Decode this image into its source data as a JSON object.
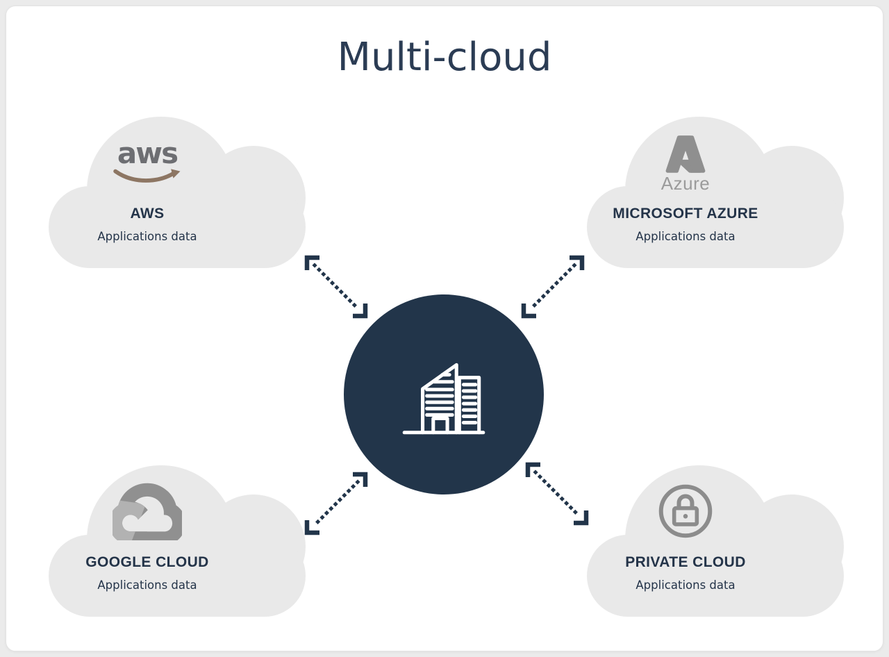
{
  "title": "Multi-cloud",
  "colors": {
    "accent_navy": "#22354a",
    "text_navy": "#243449",
    "cloud_gray": "#e9e9e9",
    "logo_gray": "#8f8f8f",
    "azure_word_gray": "#9b9b9b",
    "aws_word_gray": "#6d6e72",
    "aws_smile_brown": "#8d7663",
    "page_background": "#ebebeb",
    "card_background": "#ffffff"
  },
  "clouds": [
    {
      "id": "aws",
      "name": "AWS",
      "subtitle": "Applications data",
      "logo_text": "aws",
      "icon": "aws-logo"
    },
    {
      "id": "azure",
      "name": "MICROSOFT AZURE",
      "subtitle": "Applications data",
      "logo_text": "Azure",
      "icon": "azure-logo"
    },
    {
      "id": "google",
      "name": "GOOGLE CLOUD",
      "subtitle": "Applications data",
      "icon": "google-cloud-logo"
    },
    {
      "id": "private",
      "name": "PRIVATE CLOUD",
      "subtitle": "Applications data",
      "icon": "padlock-icon"
    }
  ],
  "center": {
    "icon": "enterprise-building-icon"
  },
  "connections": [
    {
      "from": "aws",
      "to": "center",
      "style": "dotted-double-arrow"
    },
    {
      "from": "azure",
      "to": "center",
      "style": "dotted-double-arrow"
    },
    {
      "from": "google",
      "to": "center",
      "style": "dotted-double-arrow"
    },
    {
      "from": "private",
      "to": "center",
      "style": "dotted-double-arrow"
    }
  ]
}
